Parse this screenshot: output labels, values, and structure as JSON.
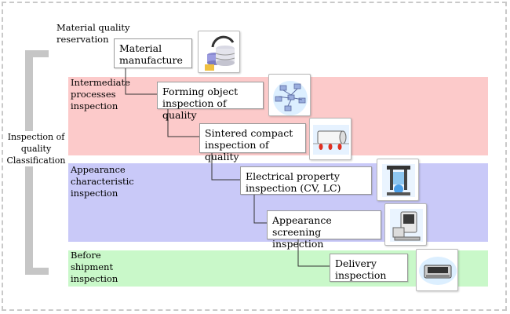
{
  "classification": {
    "label": "Inspection of\nquality\nClassification"
  },
  "top_label": "Material quality\nreservation",
  "bands": [
    {
      "id": "intermediate",
      "label": "Intermediate\nprocesses\ninspection",
      "color": "#fccaca"
    },
    {
      "id": "appearance",
      "label": "Appearance\ncharacteristic\ninspection",
      "color": "#c9c9f8"
    },
    {
      "id": "shipment",
      "label": "Before\nshipment\ninspection",
      "color": "#c9f8c9"
    }
  ],
  "steps": [
    {
      "id": "material",
      "label": "Material\nmanufacture",
      "icon": "database-icon"
    },
    {
      "id": "forming",
      "label": "Forming object\ninspection of quality",
      "icon": "network-icon"
    },
    {
      "id": "sintered",
      "label": "Sintered compact\ninspection of quality",
      "icon": "cylinder-icon"
    },
    {
      "id": "electrical",
      "label": "Electrical property\ninspection (CV, LC)",
      "icon": "tester-icon"
    },
    {
      "id": "screening",
      "label": "Appearance screening\ninspection",
      "icon": "computer-icon"
    },
    {
      "id": "delivery",
      "label": "Delivery\ninspection",
      "icon": "scanner-icon"
    }
  ]
}
